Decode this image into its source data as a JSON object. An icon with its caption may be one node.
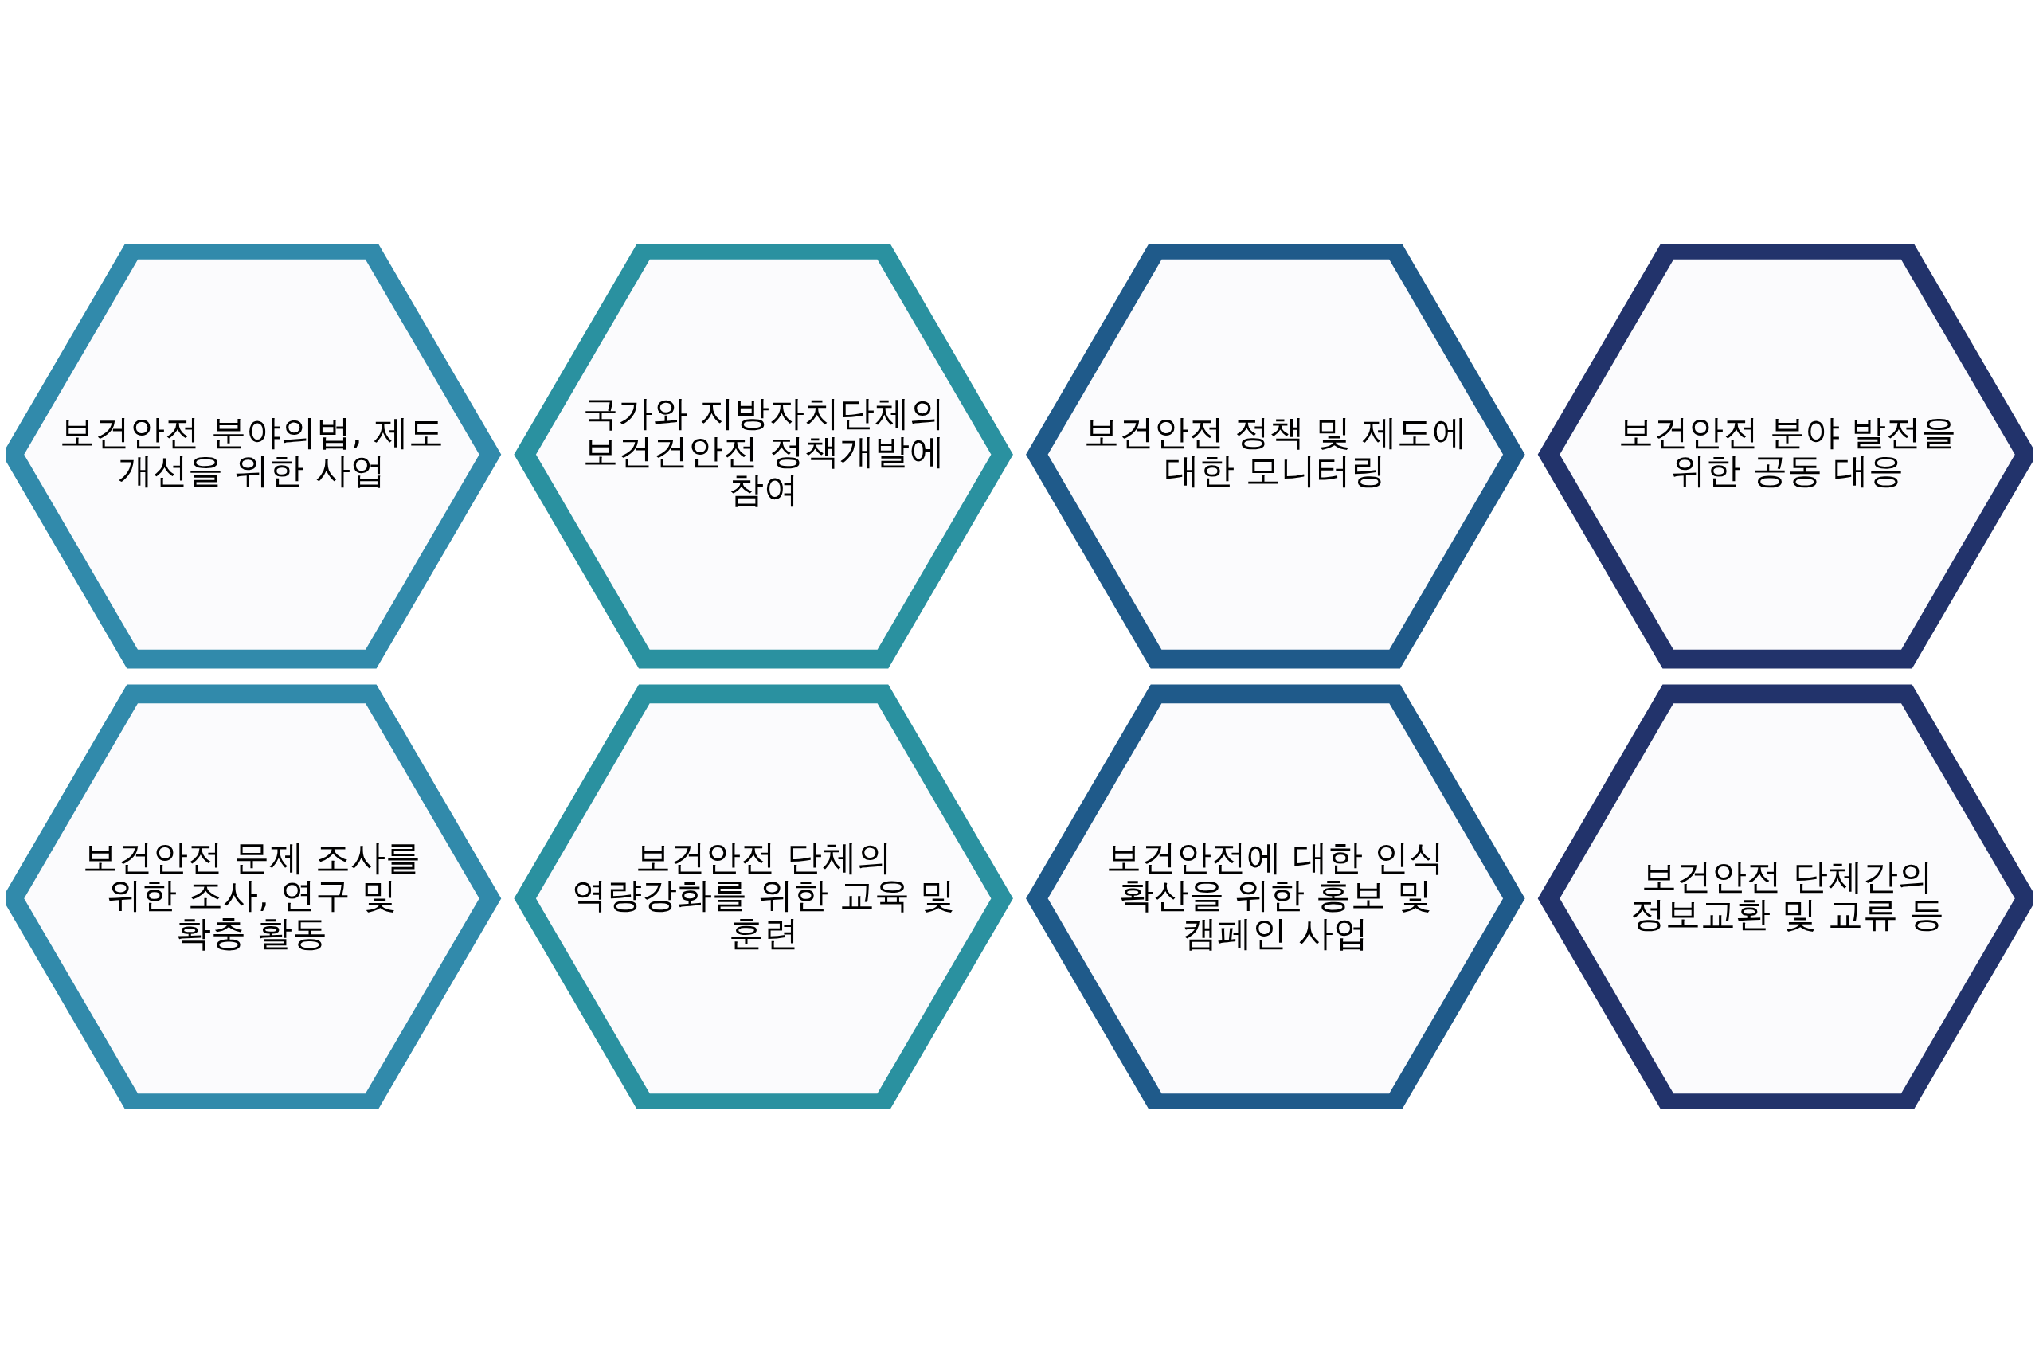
{
  "diagram": {
    "nodes": [
      {
        "text": [
          "보건안전 분야의법, 제도 개선을 위한 사업"
        ]
      },
      {
        "text": [
          "국가와 지방자치단체의 보건건안전 정책개발에 참여"
        ]
      },
      {
        "text": [
          "보건안전 문제 조사를 위한 조사, 연구 및 확충 활동"
        ]
      },
      {
        "text": [
          "보건안전 단체의 역량강화를 위한 교육 및 훈련"
        ]
      },
      {
        "text": [
          "보건안전 정책 및 제도에 대한 모니터링"
        ]
      },
      {
        "text": [
          "보건안전에 대한 인식 확산을 위한 홍보 및 캠페인 사업"
        ]
      },
      {
        "text": [
          "보건안전 분야 발전을 위한 공동 대응"
        ]
      },
      {
        "text": [
          "보건안전 단체간의 정보교환 및 교류 등"
        ]
      }
    ],
    "edges": []
  }
}
